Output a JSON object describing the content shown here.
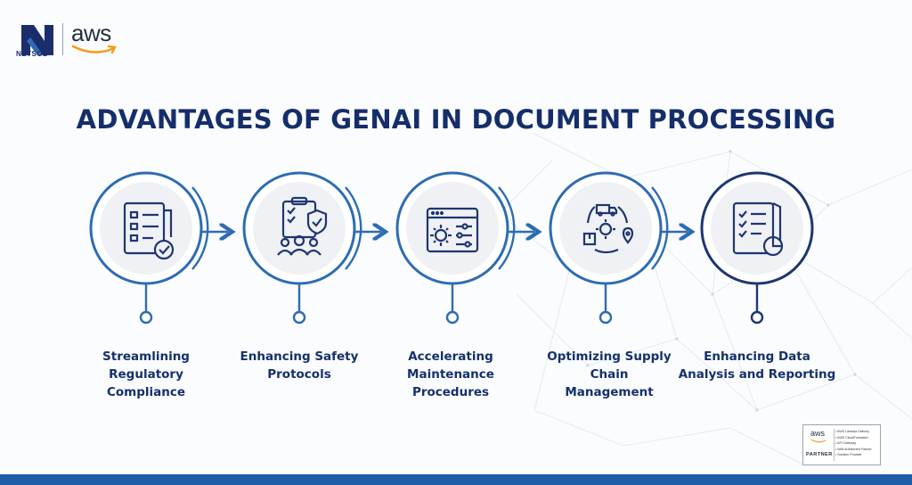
{
  "brand": {
    "netsol": "NETSOL",
    "aws": "aws"
  },
  "title": "ADVANTAGES OF GENAI IN DOCUMENT PROCESSING",
  "colors": {
    "navy": "#152e6b",
    "blue": "#2d6cb3",
    "footer": "#1f5da8",
    "circle_fill": "#f1f2f5"
  },
  "steps": [
    {
      "label_line1": "Streamlining Regulatory",
      "label_line2": "Compliance",
      "icon": "regulatory-document-check-icon"
    },
    {
      "label_line1": "Enhancing Safety",
      "label_line2": "Protocols",
      "icon": "safety-clipboard-team-icon"
    },
    {
      "label_line1": "Accelerating",
      "label_line2": "Maintenance Procedures",
      "icon": "maintenance-gear-window-icon"
    },
    {
      "label_line1": "Optimizing Supply Chain",
      "label_line2": "Management",
      "icon": "supply-chain-cycle-icon"
    },
    {
      "label_line1": "Enhancing Data",
      "label_line2": "Analysis and Reporting",
      "icon": "data-report-chart-icon"
    }
  ],
  "partner_badge": {
    "aws": "aws",
    "word": "PARTNER",
    "items": [
      "• AWS Lambda Delivery",
      "• AWS CloudFormation",
      "• API Gateway",
      "• Well Architected Partner",
      "• Solution Provider"
    ]
  }
}
